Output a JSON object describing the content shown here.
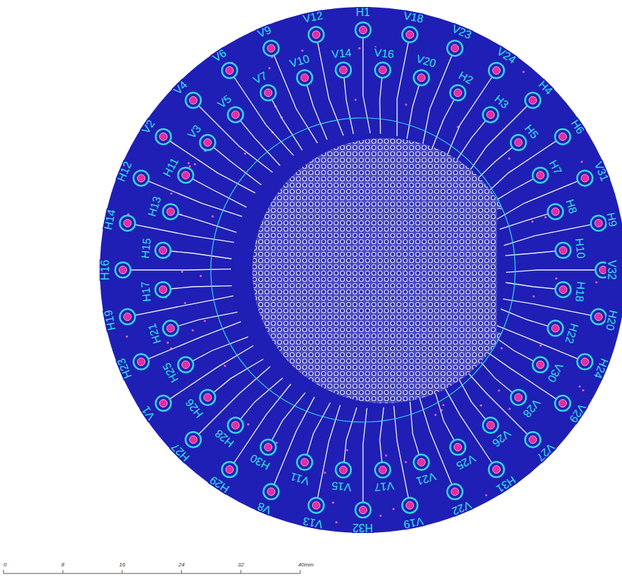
{
  "diagram": {
    "labels": [
      "V12",
      "H1",
      "V18",
      "V23",
      "V24",
      "H4",
      "H6",
      "V31",
      "H9",
      "V32",
      "H20",
      "H24",
      "V29",
      "V27",
      "H31",
      "V22",
      "V19",
      "H32",
      "V13",
      "V8",
      "H29",
      "H27",
      "V1",
      "H23",
      "H19",
      "H16",
      "H14",
      "H12",
      "V2",
      "V4",
      "V6",
      "V9",
      "V10",
      "V14",
      "V16",
      "V20",
      "H2",
      "H3",
      "H5",
      "H7",
      "H8",
      "H10",
      "H18",
      "H22",
      "V30",
      "V28",
      "V26",
      "V25",
      "V21",
      "V17",
      "V15",
      "V11",
      "H30",
      "H28",
      "H26",
      "H25",
      "H21",
      "H17",
      "H15",
      "H13",
      "H11",
      "V3",
      "V5",
      "V7",
      "0",
      "8",
      "16",
      "24",
      "32",
      "40mm"
    ]
  }
}
